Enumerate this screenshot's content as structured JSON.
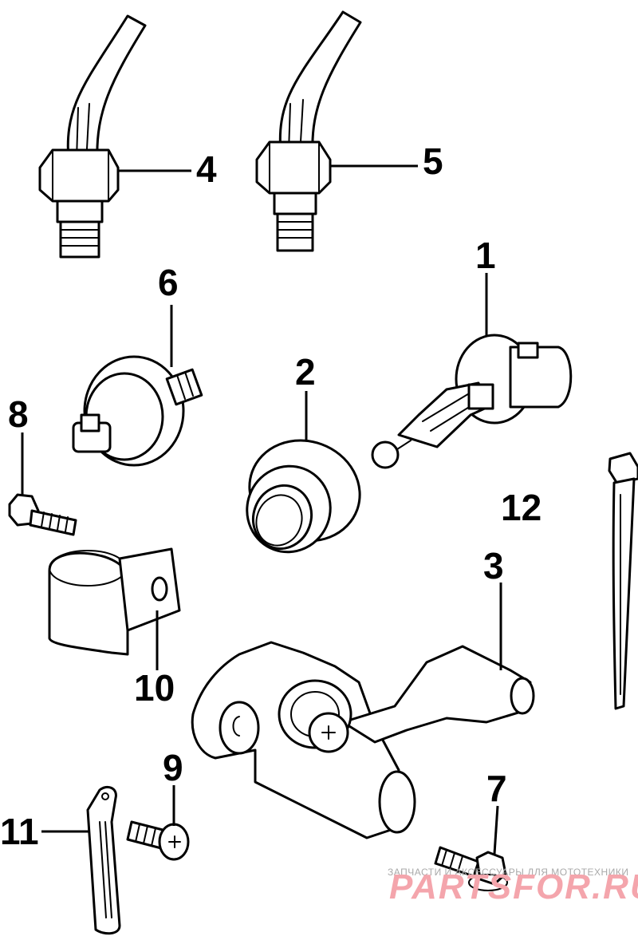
{
  "callouts": [
    {
      "id": "label-1",
      "text": "1"
    },
    {
      "id": "label-2",
      "text": "2"
    },
    {
      "id": "label-3",
      "text": "3"
    },
    {
      "id": "label-4",
      "text": "4"
    },
    {
      "id": "label-5",
      "text": "5"
    },
    {
      "id": "label-6",
      "text": "6"
    },
    {
      "id": "label-7",
      "text": "7"
    },
    {
      "id": "label-8",
      "text": "8"
    },
    {
      "id": "label-9",
      "text": "9"
    },
    {
      "id": "label-10",
      "text": "10"
    },
    {
      "id": "label-11",
      "text": "11"
    },
    {
      "id": "label-12",
      "text": "12"
    }
  ],
  "watermark": {
    "tagline": "ЗАПЧАСТИ И АКСЕССУАРЫ ДЛЯ МОТОТЕХНИКИ",
    "brand": "PARTSFOR.RU",
    "color": "#f4a5ac"
  }
}
